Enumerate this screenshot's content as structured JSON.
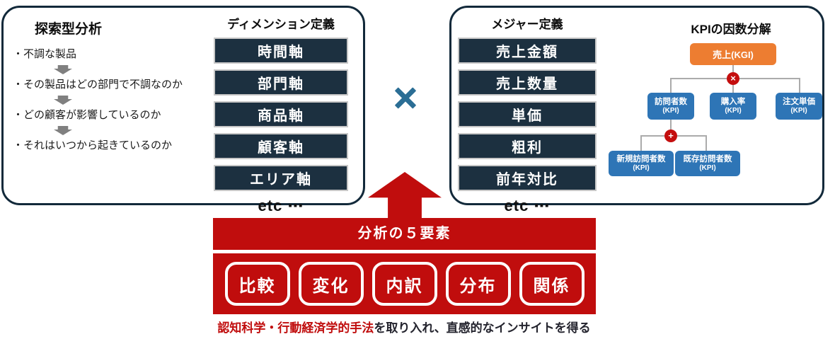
{
  "colors": {
    "panel_border_navy": "#12293A",
    "stack_box_navy": "#1C3040",
    "multiply_steel_blue": "#2B6E95",
    "kgi_orange": "#ED7D31",
    "kpi_blue": "#2E75B6",
    "accent_red": "#C00D0D",
    "connector_gray": "#ABABAB",
    "step_arrow_gray": "#808080"
  },
  "left_panel": {
    "title": "探索型分析",
    "steps": [
      "・不調な製品",
      "・その製品はどの部門で不調なのか",
      "・どの顧客が影響しているのか",
      "・それはいつから起きているのか"
    ],
    "dimension": {
      "title": "ディメンション定義",
      "items": [
        "時間軸",
        "部門軸",
        "商品軸",
        "顧客軸",
        "エリア軸"
      ],
      "etc_label": "etc ⋯"
    }
  },
  "operator_label": "×",
  "right_panel": {
    "measure": {
      "title": "メジャー定義",
      "items": [
        "売上金額",
        "売上数量",
        "単価",
        "粗利",
        "前年対比"
      ],
      "etc_label": "etc ⋯"
    },
    "kpi": {
      "title": "KPIの因数分解",
      "root_label": "売上(KGI)",
      "multiply_label": "×",
      "plus_label": "+",
      "level1": [
        {
          "label": "訪問者数",
          "sub": "(KPI)"
        },
        {
          "label": "購入率",
          "sub": "(KPI)"
        },
        {
          "label": "注文単価",
          "sub": "(KPI)"
        }
      ],
      "level2": [
        {
          "label": "新規訪問者数",
          "sub": "(KPI)"
        },
        {
          "label": "既存訪問者数",
          "sub": "(KPI)"
        }
      ]
    }
  },
  "five_elements": {
    "title": "分析の５要素",
    "items": [
      "比較",
      "変化",
      "内訳",
      "分布",
      "関係"
    ]
  },
  "caption": {
    "highlight": "認知科学・行動経済学的手法",
    "rest": "を取り入れ、直感的なインサイトを得る"
  }
}
